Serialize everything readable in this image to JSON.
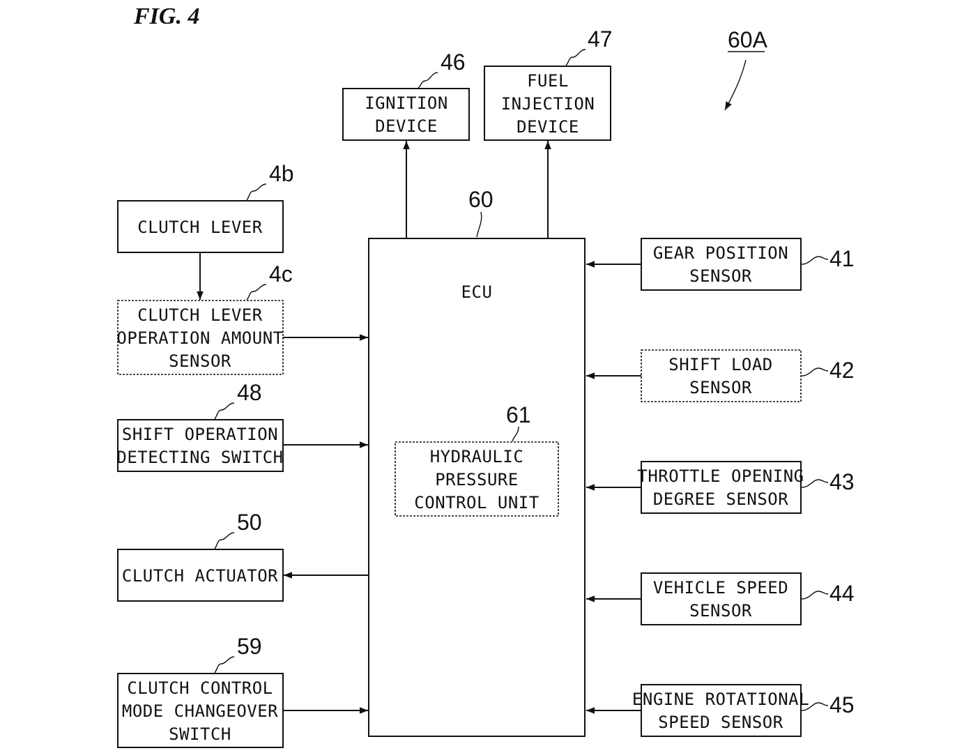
{
  "figure": {
    "title": "FIG. 4",
    "system_ref": "60A"
  },
  "ecu": {
    "ref": "60",
    "label": "ECU"
  },
  "hydraulic_unit": {
    "ref": "61",
    "lines": [
      "HYDRAULIC",
      "PRESSURE",
      "CONTROL UNIT"
    ]
  },
  "outputs": {
    "ignition": {
      "ref": "46",
      "lines": [
        "IGNITION",
        "DEVICE"
      ]
    },
    "fuel": {
      "ref": "47",
      "lines": [
        "FUEL",
        "INJECTION",
        "DEVICE"
      ]
    }
  },
  "left": {
    "clutch_lever": {
      "ref": "4b",
      "lines": [
        "CLUTCH LEVER"
      ]
    },
    "lever_sensor": {
      "ref": "4c",
      "lines": [
        "CLUTCH LEVER",
        "OPERATION AMOUNT",
        "SENSOR"
      ]
    },
    "shift_switch": {
      "ref": "48",
      "lines": [
        "SHIFT OPERATION",
        "DETECTING SWITCH"
      ]
    },
    "actuator": {
      "ref": "50",
      "lines": [
        "CLUTCH ACTUATOR"
      ]
    },
    "mode_switch": {
      "ref": "59",
      "lines": [
        "CLUTCH CONTROL",
        "MODE CHANGEOVER",
        "SWITCH"
      ]
    }
  },
  "right": {
    "gear": {
      "ref": "41",
      "lines": [
        "GEAR POSITION",
        "SENSOR"
      ]
    },
    "shift_load": {
      "ref": "42",
      "lines": [
        "SHIFT LOAD",
        "SENSOR"
      ]
    },
    "throttle": {
      "ref": "43",
      "lines": [
        "THROTTLE OPENING",
        "DEGREE SENSOR"
      ]
    },
    "vehicle_speed": {
      "ref": "44",
      "lines": [
        "VEHICLE SPEED",
        "SENSOR"
      ]
    },
    "engine_speed": {
      "ref": "45",
      "lines": [
        "ENGINE ROTATIONAL",
        "SPEED SENSOR"
      ]
    }
  }
}
